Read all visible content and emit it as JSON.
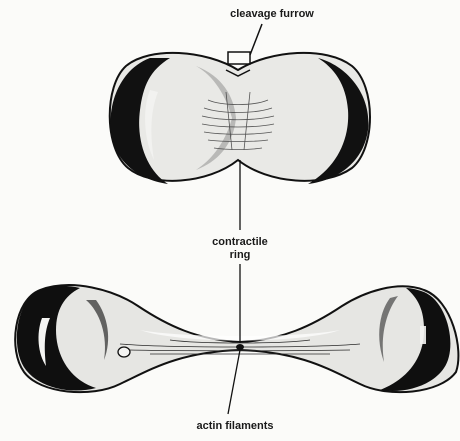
{
  "labels": {
    "cleavage_furrow": "cleavage furrow",
    "contractile_ring_line1": "contractile",
    "contractile_ring_line2": "ring",
    "actin_filaments": "actin filaments"
  },
  "colors": {
    "ink": "#151515",
    "paper": "#fbfbf9",
    "highlight": "#f4f4f2"
  }
}
